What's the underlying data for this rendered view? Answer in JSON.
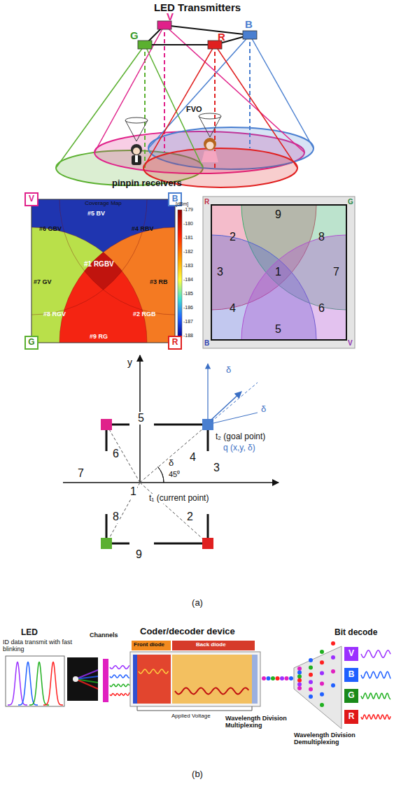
{
  "diagram": {
    "nodes": [
      {
        "text": [
          "Coverage Map"
        ]
      },
      {
        "text": [
          "V"
        ]
      },
      {
        "text": [
          "B"
        ]
      },
      {
        "text": [
          "G"
        ]
      },
      {
        "text": [
          "R"
        ]
      },
      {
        "text": [
          "V"
        ]
      },
      {
        "text": [
          "B"
        ]
      },
      {
        "text": [
          "G"
        ]
      },
      {
        "text": [
          "R"
        ]
      }
    ],
    "labels": [
      "LED Transmitters",
      "V",
      "B",
      "G",
      "R",
      "FVO",
      "pinpin receivers",
      "#5 BV",
      "#6 GBV",
      "#4 RBV",
      "#1 RGBV",
      "#7 GV",
      "#3 RB",
      "#8 RGV",
      "#2 RGB",
      "#9 RG",
      "[dBm]",
      "-179",
      "-180",
      "-181",
      "-182",
      "-183",
      "-184",
      "-185",
      "-186",
      "-187",
      "-188",
      "R",
      "G",
      "B",
      "V",
      "9",
      "2",
      "8",
      "3",
      "1",
      "7",
      "4",
      "6",
      "5",
      "y",
      "5",
      "4",
      "6",
      "7",
      "1",
      "3",
      "8",
      "2",
      "9",
      "δ",
      "δ",
      "δ",
      "45⁰",
      "t₂ (goal point)",
      "q (x,y, δ)",
      "t₁ (current point)",
      "(a)",
      "LED",
      "ID data transmit with fast blinking",
      "Channels",
      "Coder/decoder device",
      "Front diode",
      "Back diode",
      "Applied Voltage",
      "Wavelength Division Multiplexing",
      "Wavelength Division Demultiplexing",
      "Bit decode",
      "(b)"
    ]
  }
}
